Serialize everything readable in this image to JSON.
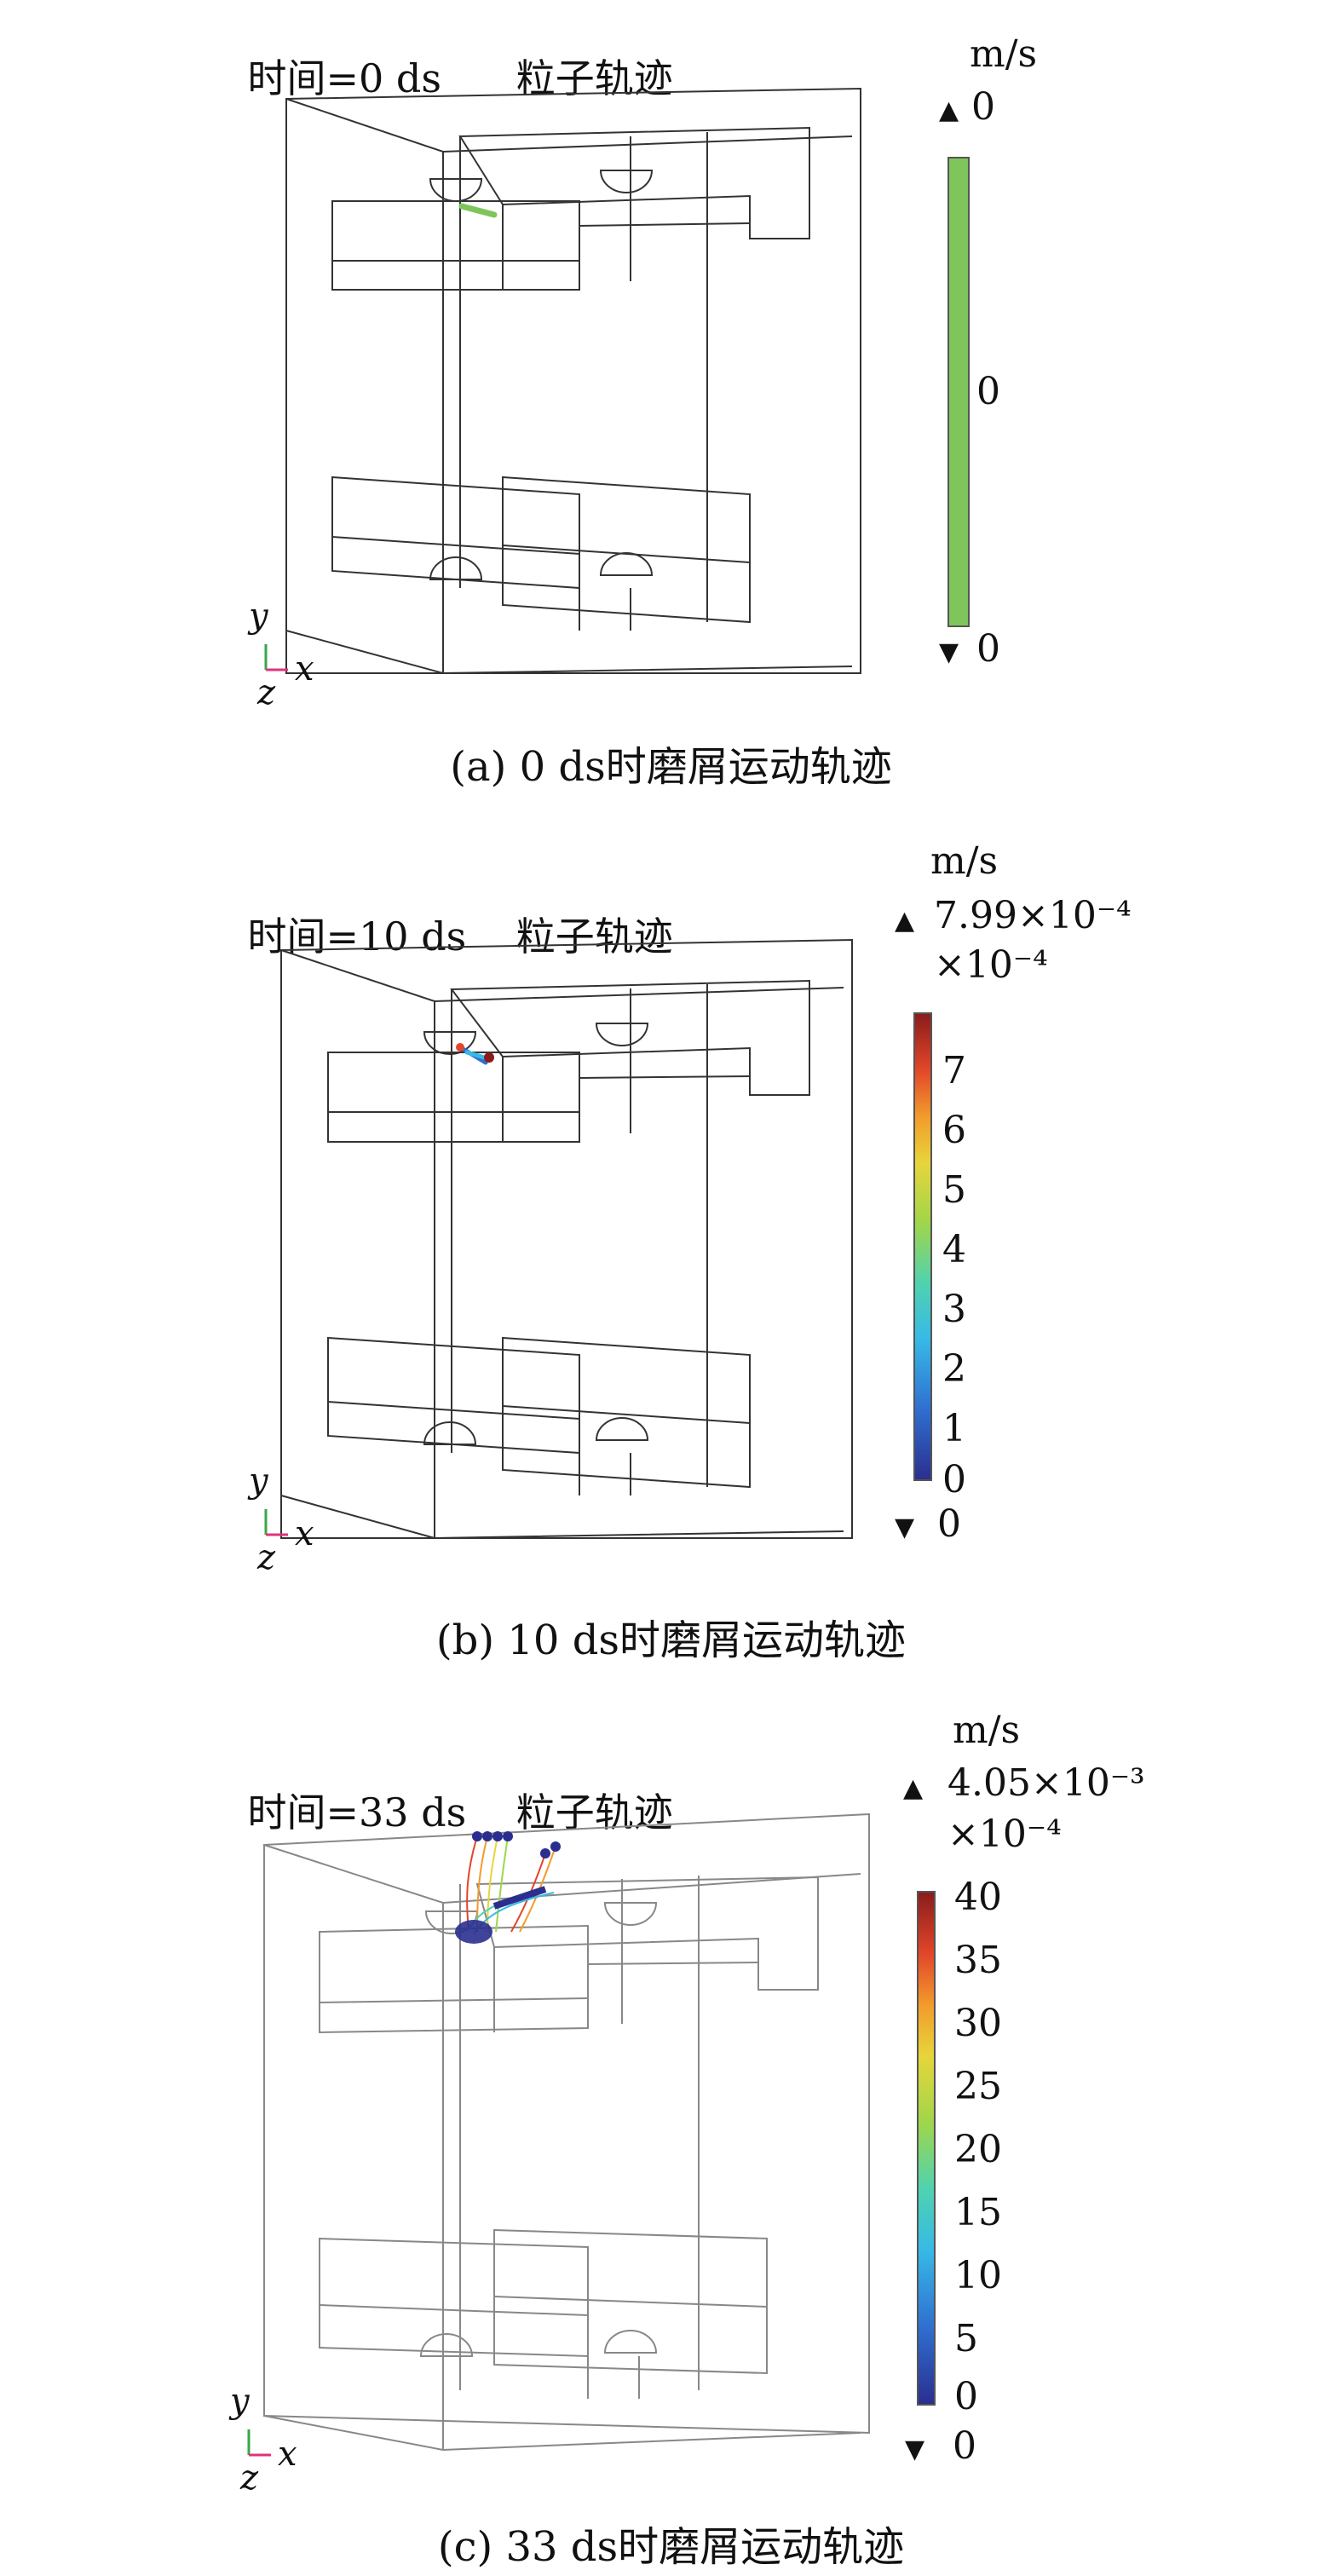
{
  "panels": [
    {
      "time_label": "时间=0 ds",
      "plot_label": "粒子轨迹",
      "unit": "m/s",
      "max_label": "0",
      "min_label": "0",
      "multiplier": "",
      "colorbar_ticks": [
        "0"
      ],
      "colorbar_type": "uniform",
      "colorbar_color": "#7ec65c",
      "caption": "(a) 0 ds时磨屑运动轨迹"
    },
    {
      "time_label": "时间=10 ds",
      "plot_label": "粒子轨迹",
      "unit": "m/s",
      "max_label": "7.99×10⁻⁴",
      "min_label": "0",
      "multiplier": "×10⁻⁴",
      "colorbar_ticks": [
        "7",
        "6",
        "5",
        "4",
        "3",
        "2",
        "1",
        "0"
      ],
      "colorbar_type": "rainbow",
      "caption": "(b) 10 ds时磨屑运动轨迹"
    },
    {
      "time_label": "时间=33 ds",
      "plot_label": "粒子轨迹",
      "unit": "m/s",
      "max_label": "4.05×10⁻³",
      "min_label": "0",
      "multiplier": "×10⁻⁴",
      "colorbar_ticks": [
        "40",
        "35",
        "30",
        "25",
        "20",
        "15",
        "10",
        "5",
        "0"
      ],
      "colorbar_type": "rainbow",
      "caption": "(c) 33 ds时磨屑运动轨迹"
    }
  ],
  "axes": {
    "y": "y",
    "x": "x",
    "z": "z"
  },
  "colors": {
    "rainbow": [
      "#2a2f8f",
      "#2f6fd0",
      "#37b9e6",
      "#4fd2b0",
      "#9fd64a",
      "#e7d53a",
      "#f29b2c",
      "#e2462a",
      "#8a1c1c"
    ],
    "x_axis": "#e0337a",
    "y_axis": "#3aa64a",
    "z_axis": "#3a60d0"
  }
}
